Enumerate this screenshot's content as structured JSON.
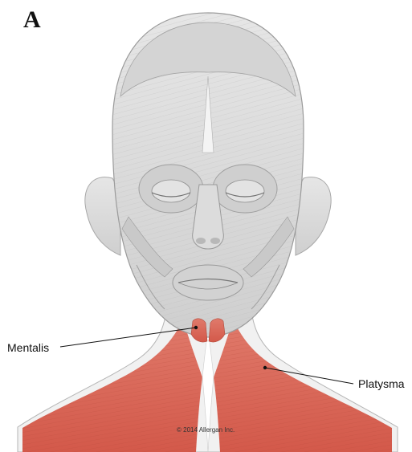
{
  "panel_letter": "A",
  "labels": {
    "mentalis": "Mentalis",
    "platysma": "Platysma"
  },
  "copyright": "© 2014 Allergan Inc.",
  "colors": {
    "muscle_highlight": "#d9695a",
    "muscle_grey": "#d8d8d8",
    "outline": "#9a9a9a",
    "leader_line": "#111111",
    "background": "#ffffff"
  }
}
